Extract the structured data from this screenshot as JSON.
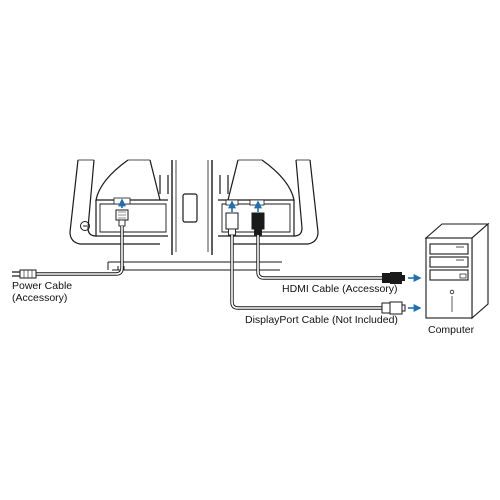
{
  "labels": {
    "power_cable_line1": "Power Cable",
    "power_cable_line2": "(Accessory)",
    "hdmi_cable": "HDMI Cable (Accessory)",
    "displayport_cable": "DisplayPort Cable (Not Included)",
    "computer": "Computer"
  },
  "colors": {
    "line": "#1a1a1a",
    "arrow": "#1f6fb5",
    "background": "#ffffff"
  },
  "icons": [
    "power-plug-icon",
    "hdmi-plug-icon",
    "displayport-plug-icon",
    "arrow-icon",
    "computer-tower-icon"
  ]
}
